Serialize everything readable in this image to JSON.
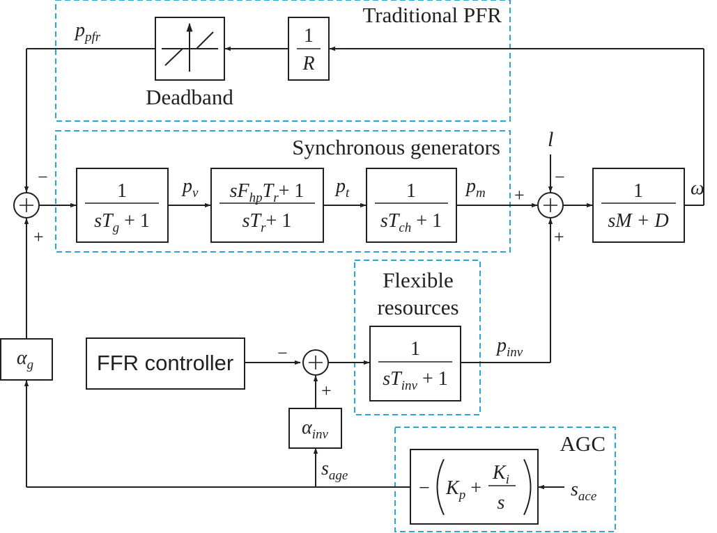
{
  "groups": {
    "traditional_pfr": "Traditional PFR",
    "synchronous_generators": "Synchronous generators",
    "flexible_resources_line1": "Flexible",
    "flexible_resources_line2": "resources",
    "agc": "AGC"
  },
  "blocks": {
    "deadband_label": "Deadband",
    "droop_num": "1",
    "droop_den": "R",
    "governor_num": "1",
    "reheat_num": "+ 1",
    "reheat_den": "+ 1",
    "chest_num": "1",
    "inertia_num": "1",
    "inv_num": "1",
    "ffr_controller": "FFR controller",
    "agc_minus": "−"
  },
  "signals": {
    "l": "l",
    "omega": "ω"
  },
  "signs": {
    "s1_top": "−",
    "s1_bottom": "+",
    "s2_left": "+",
    "s2_top": "−",
    "s2_bottom": "+",
    "s3_left": "−",
    "s3_bottom": "+"
  }
}
